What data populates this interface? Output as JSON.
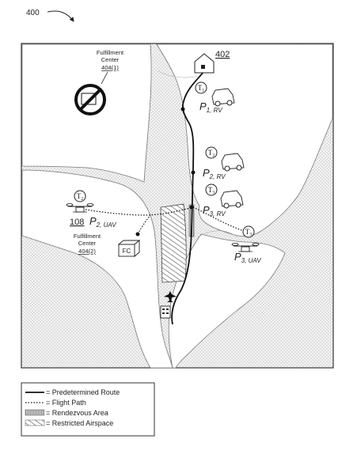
{
  "figure": {
    "ref": "400",
    "area_ref": "402",
    "network_ref": "108"
  },
  "fulfillment_centers": [
    {
      "name_line1": "Fulfillment",
      "name_line2": "Center",
      "ref": "404(1)"
    },
    {
      "name_line1": "Fulfillment",
      "name_line2": "Center",
      "ref": "404(2)",
      "box_label": "FC"
    }
  ],
  "time_markers": [
    {
      "id": "T1",
      "base": "T",
      "sub": "1"
    },
    {
      "id": "T2a",
      "base": "T",
      "sub": "2"
    },
    {
      "id": "T2b",
      "base": "T",
      "sub": "2"
    },
    {
      "id": "T3a",
      "base": "T",
      "sub": "3"
    },
    {
      "id": "T3b",
      "base": "T",
      "sub": "3"
    }
  ],
  "positions": [
    {
      "id": "P1RV",
      "base": "P",
      "sub": "1, RV"
    },
    {
      "id": "P2RV",
      "base": "P",
      "sub": "2, RV"
    },
    {
      "id": "P3RV",
      "base": "P",
      "sub": "3, RV"
    },
    {
      "id": "P2UAV",
      "base": "P",
      "sub": "2, UAV"
    },
    {
      "id": "P3UAV",
      "base": "P",
      "sub": "3, UAV"
    }
  ],
  "legend": {
    "items": [
      {
        "symbol": "solid-line",
        "text": "= Predetermined Route"
      },
      {
        "symbol": "dotted-line",
        "text": "= Flight Path"
      },
      {
        "symbol": "dense-hatch",
        "text": "= Rendezvous Area"
      },
      {
        "symbol": "diagonal-hatch",
        "text": "= Restricted Airspace"
      }
    ]
  },
  "colors": {
    "stipple": "#bdbdbd",
    "line": "#111111",
    "outline": "#555555"
  }
}
